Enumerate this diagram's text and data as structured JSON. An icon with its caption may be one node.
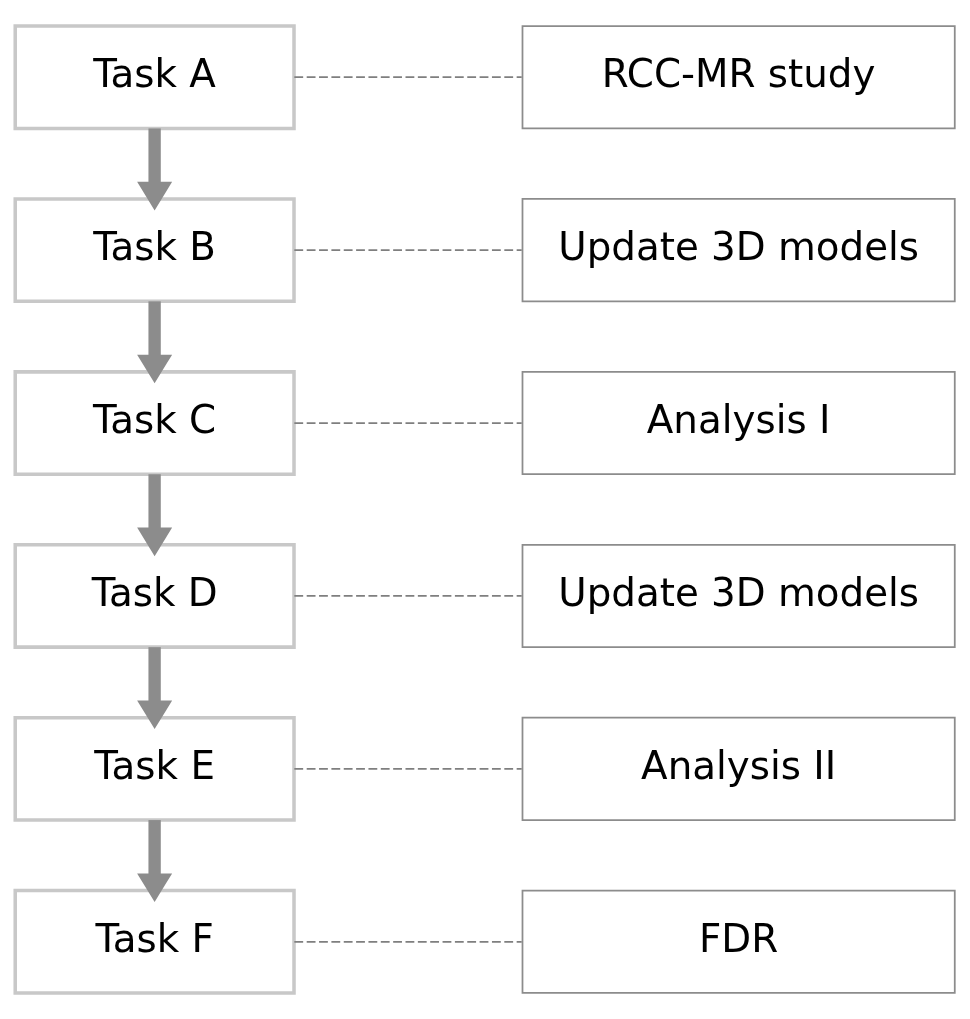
{
  "diagram": {
    "nodes": [
      {
        "text": [
          "Task A"
        ]
      },
      {
        "text": [
          "RCC-MR study"
        ]
      },
      {
        "text": [
          "Task B"
        ]
      },
      {
        "text": [
          "Update 3D models"
        ]
      },
      {
        "text": [
          "Task C"
        ]
      },
      {
        "text": [
          "Analysis I"
        ]
      },
      {
        "text": [
          "Task D"
        ]
      },
      {
        "text": [
          "Update 3D models"
        ]
      },
      {
        "text": [
          "Task E"
        ]
      },
      {
        "text": [
          "Analysis II"
        ]
      },
      {
        "text": [
          "Task F"
        ]
      },
      {
        "text": [
          "FDR"
        ]
      }
    ],
    "edges": [
      {
        "from": 0,
        "to": 1,
        "arrow": "none",
        "style": "dashed"
      },
      {
        "from": 0,
        "to": 2,
        "arrow": "to",
        "style": "thick"
      },
      {
        "from": 2,
        "to": 3,
        "arrow": "none",
        "style": "dashed"
      },
      {
        "from": 2,
        "to": 4,
        "arrow": "to",
        "style": "thick"
      },
      {
        "from": 4,
        "to": 5,
        "arrow": "none",
        "style": "dashed"
      },
      {
        "from": 4,
        "to": 6,
        "arrow": "to",
        "style": "thick"
      },
      {
        "from": 6,
        "to": 7,
        "arrow": "none",
        "style": "dashed"
      },
      {
        "from": 6,
        "to": 8,
        "arrow": "to",
        "style": "thick"
      },
      {
        "from": 8,
        "to": 9,
        "arrow": "none",
        "style": "dashed"
      },
      {
        "from": 8,
        "to": 10,
        "arrow": "to",
        "style": "thick"
      },
      {
        "from": 10,
        "to": 11,
        "arrow": "none",
        "style": "dashed"
      }
    ]
  }
}
